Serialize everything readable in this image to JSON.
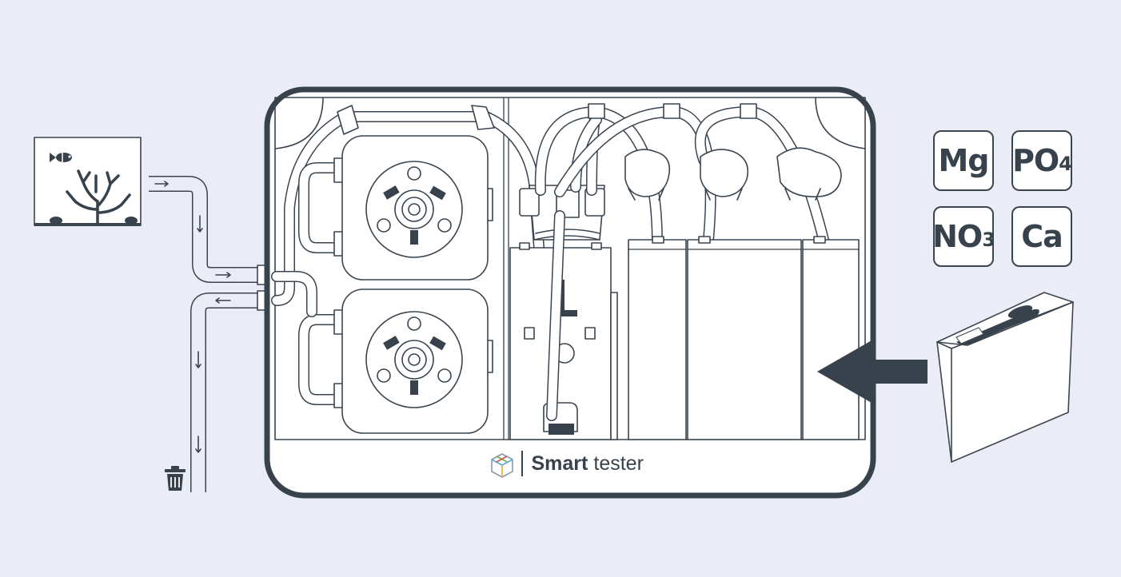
{
  "brand": {
    "name_bold": "Smart",
    "name_light": "tester",
    "logo": "cube-logo-icon"
  },
  "reagents": [
    {
      "symbol": "Mg",
      "sub": ""
    },
    {
      "symbol": "PO",
      "sub": "4"
    },
    {
      "symbol": "NO",
      "sub": "3"
    },
    {
      "symbol": "Ca",
      "sub": ""
    }
  ],
  "icons": [
    "aquarium-icon",
    "fish-icon",
    "coral-icon",
    "trash-can-icon",
    "arrow-left-icon",
    "reagent-cartridge-icon",
    "pump-icon"
  ],
  "colors": {
    "background": "#eaedf6",
    "line": "#3a4550",
    "fill": "#ffffff"
  }
}
